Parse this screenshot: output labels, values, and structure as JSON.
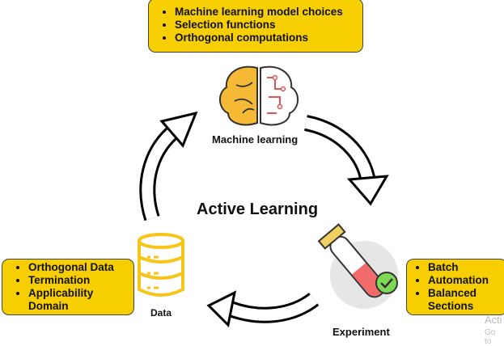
{
  "title": "Active Learning",
  "nodes": {
    "machine_learning": {
      "label": "Machine learning",
      "items": [
        "Machine learning model choices",
        "Selection functions",
        "Orthogonal computations"
      ]
    },
    "data": {
      "label": "Data",
      "items": [
        "Orthogonal Data",
        "Termination",
        "Applicability Domain"
      ]
    },
    "experiment": {
      "label": "Experiment",
      "items": [
        "Batch",
        "Automation",
        "Balanced Sections"
      ]
    }
  },
  "watermark": {
    "line1": "Acti",
    "line2": "Go to"
  },
  "colors": {
    "box": "#f7cf00",
    "data_icon": "#f5c518",
    "liquid": "#f26b6b",
    "check": "#7ed957"
  }
}
